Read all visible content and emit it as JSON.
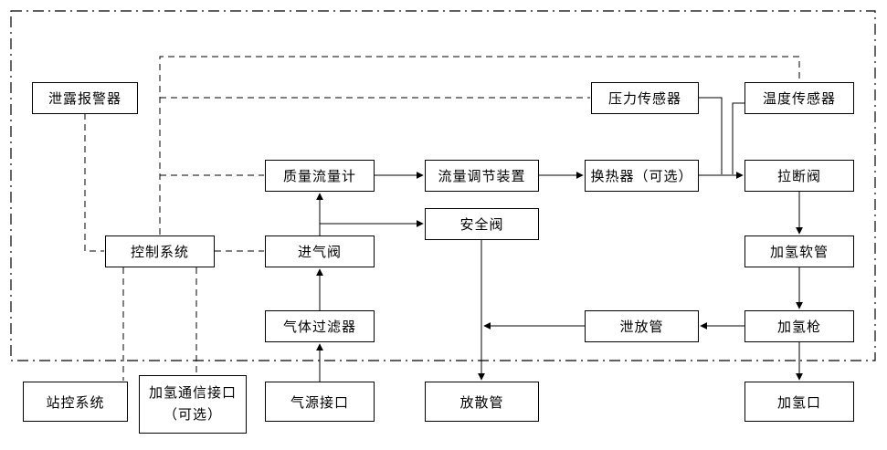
{
  "diagram": {
    "title": "hydrogen-dispenser-system-flow-diagram",
    "colors": {
      "line": "#000000",
      "background": "#ffffff",
      "box_fill": "#ffffff",
      "text": "#000000"
    },
    "nodes": {
      "leak_alarm": {
        "label": "泄露报警器"
      },
      "pressure_sensor": {
        "label": "压力传感器"
      },
      "temp_sensor": {
        "label": "温度传感器"
      },
      "mass_flow_meter": {
        "label": "质量流量计"
      },
      "flow_regulator": {
        "label": "流量调节装置"
      },
      "heat_exchanger": {
        "label": "换热器（可选）"
      },
      "breakaway_valve": {
        "label": "拉断阀"
      },
      "safety_valve": {
        "label": "安全阀"
      },
      "control_system": {
        "label": "控制系统"
      },
      "inlet_valve": {
        "label": "进气阀"
      },
      "hose": {
        "label": "加氢软管"
      },
      "gas_filter": {
        "label": "气体过滤器"
      },
      "relief_pipe": {
        "label": "泄放管"
      },
      "nozzle": {
        "label": "加氢枪"
      },
      "station_control": {
        "label": "站控系统"
      },
      "comm_interface": {
        "label_line1": "加氢通信接口",
        "label_line2": "（可选）"
      },
      "gas_source": {
        "label": "气源接口"
      },
      "vent_pipe": {
        "label": "放散管"
      },
      "fill_port": {
        "label": "加氢口"
      }
    }
  }
}
